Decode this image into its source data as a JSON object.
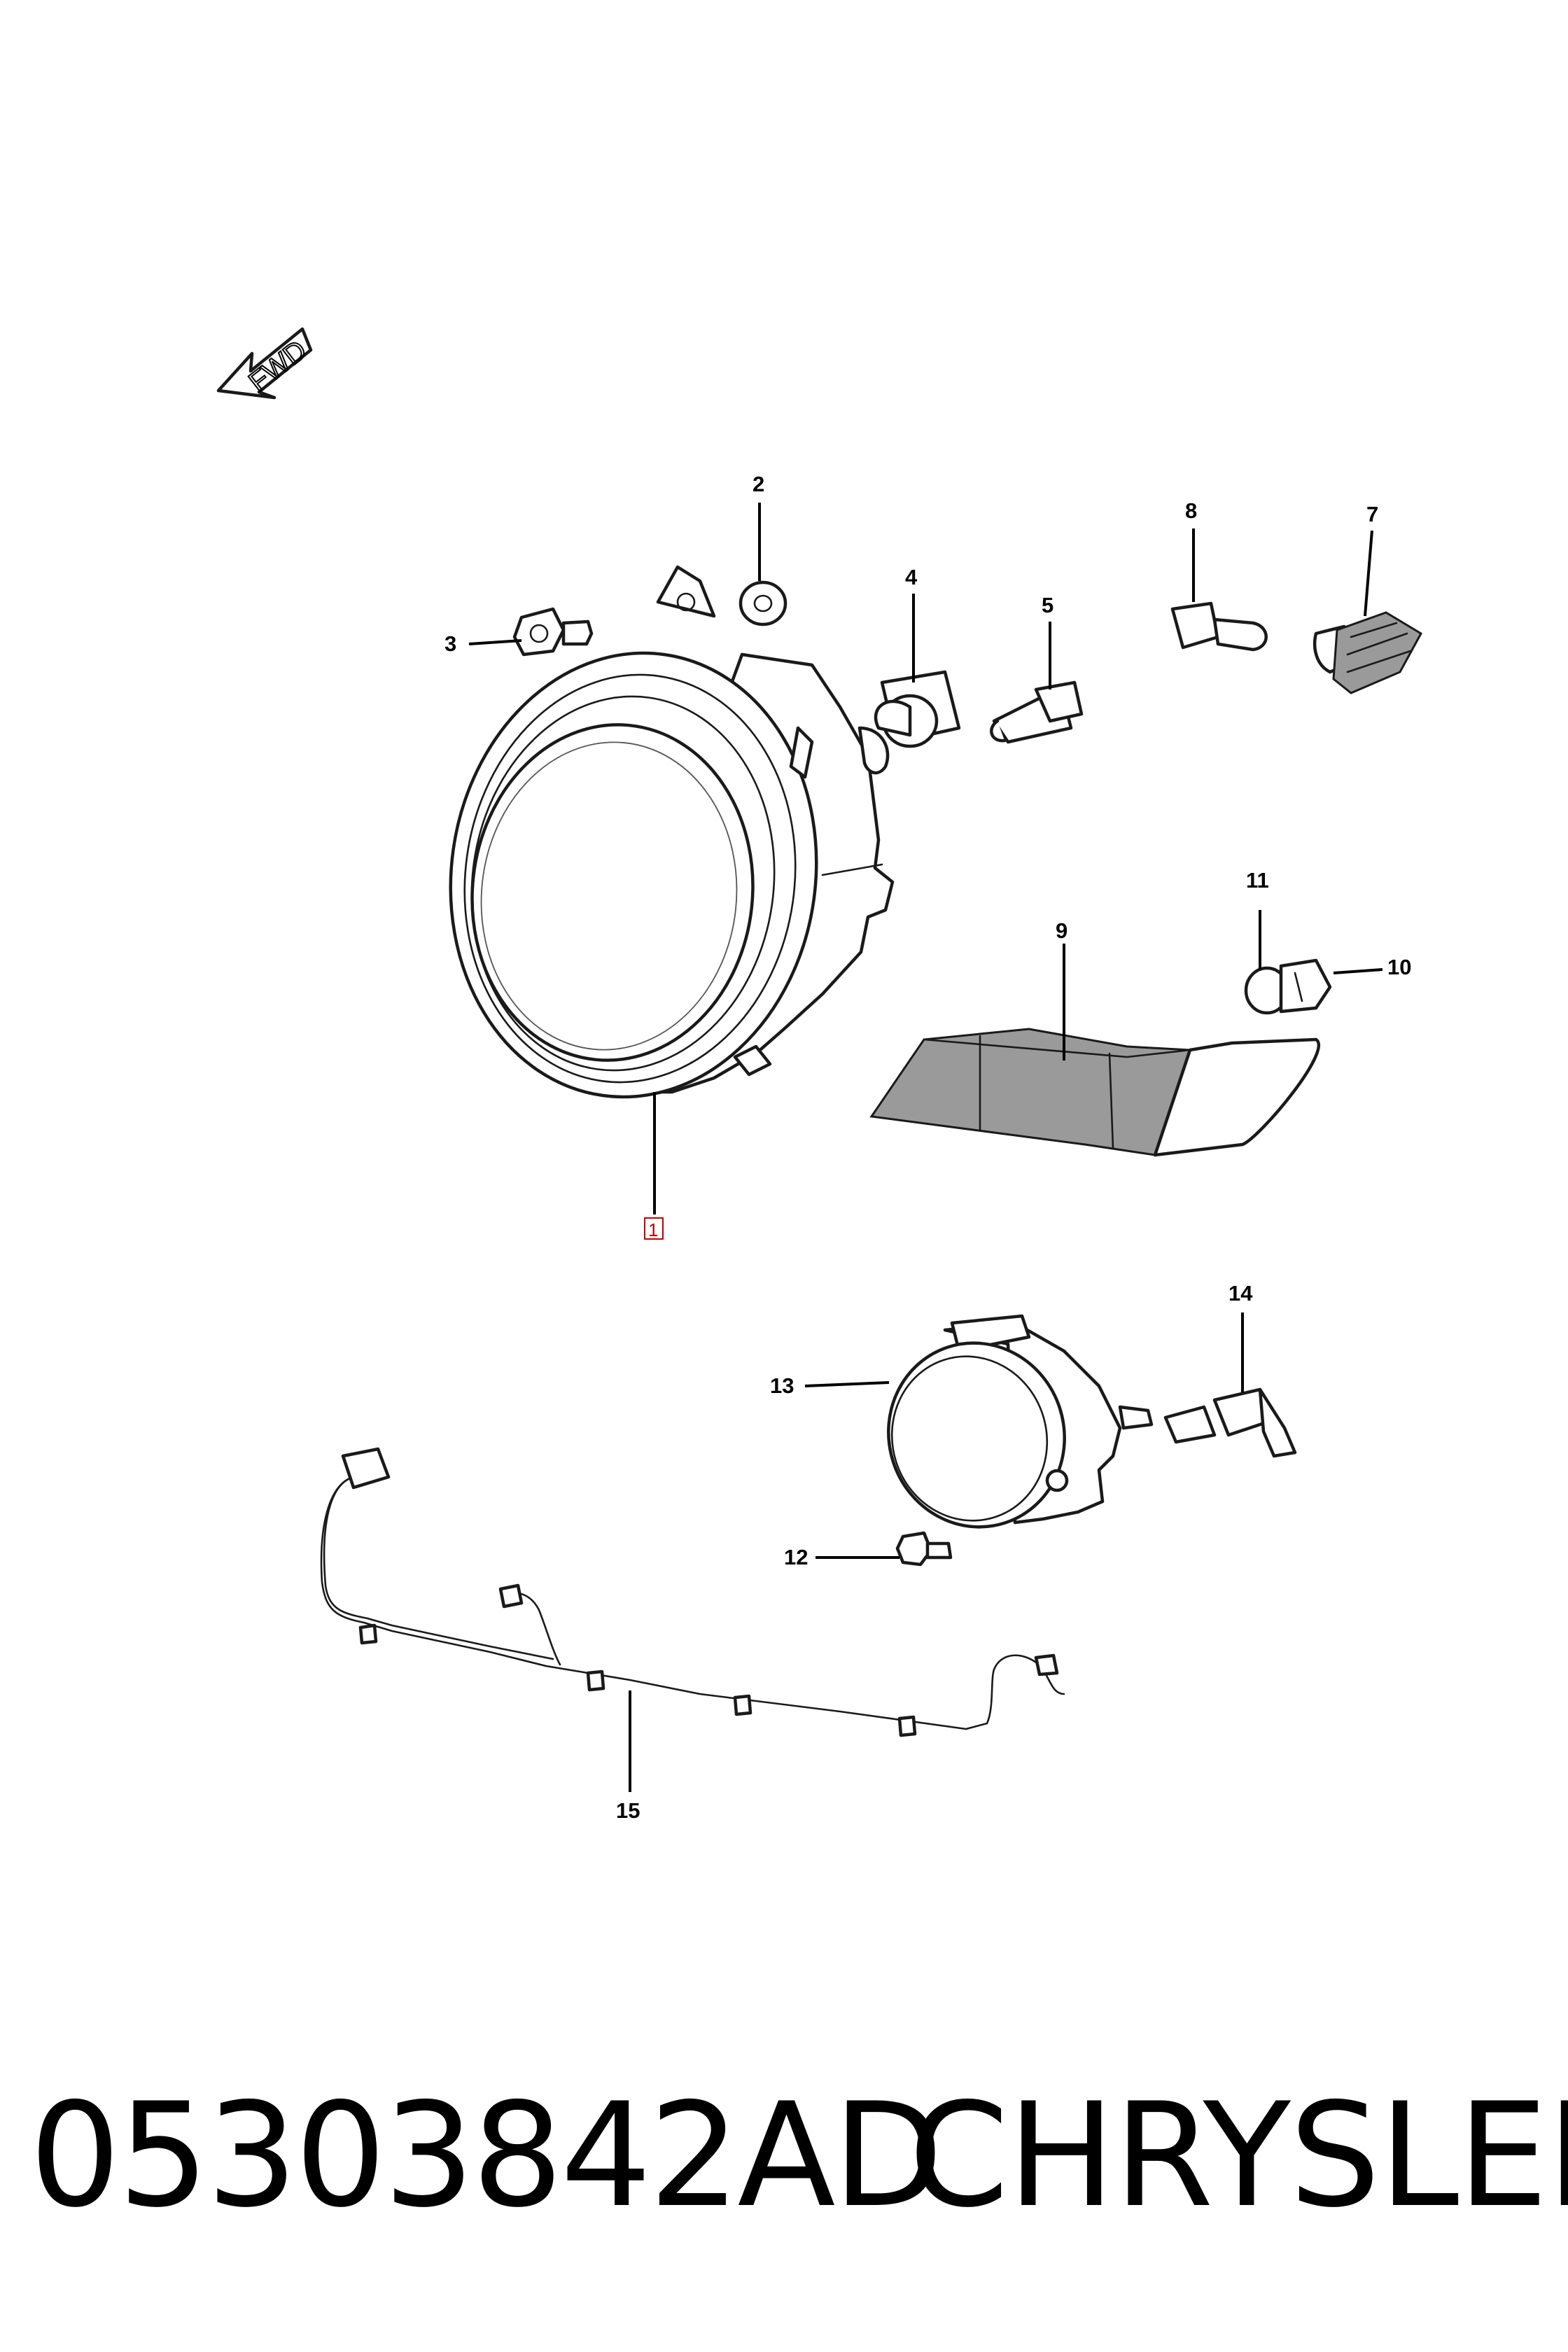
{
  "diagram": {
    "fwd_label": "FWD",
    "callouts": {
      "c1": "1",
      "c2": "2",
      "c3": "3",
      "c4": "4",
      "c5": "5",
      "c7": "7",
      "c8": "8",
      "c9": "9",
      "c10": "10",
      "c11": "11",
      "c12": "12",
      "c13": "13",
      "c14": "14",
      "c15": "15"
    }
  },
  "caption": {
    "part_number": "05303842AD",
    "brand": "CHRYSLER"
  }
}
